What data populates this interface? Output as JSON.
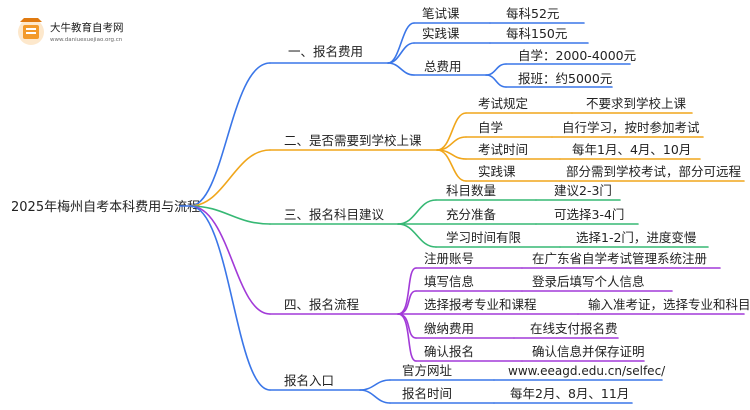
{
  "logo": {
    "title": "大牛教育自考网",
    "url": "www.daniuexuejiao.org.cn"
  },
  "colors": {
    "branch_1": "#3a76e8",
    "branch_2": "#f0a61b",
    "branch_3": "#36b874",
    "branch_4": "#a23ad8",
    "branch_5": "#3a76e8",
    "root_line": "#3a76e8",
    "logo_orange": "#f39a2a"
  },
  "root": "2025年梅州自考本科费用与流程",
  "branches": [
    {
      "label": "一、报名费用",
      "children": [
        {
          "label": "笔试课",
          "children": [
            {
              "label": "每科52元"
            }
          ]
        },
        {
          "label": "实践课",
          "children": [
            {
              "label": "每科150元"
            }
          ]
        },
        {
          "label": "总费用",
          "children": [
            {
              "label": "自学：2000-4000元"
            },
            {
              "label": "报班：约5000元"
            }
          ]
        }
      ]
    },
    {
      "label": "二、是否需要到学校上课",
      "children": [
        {
          "label": "考试规定",
          "children": [
            {
              "label": "不要求到学校上课"
            }
          ]
        },
        {
          "label": "自学",
          "children": [
            {
              "label": "自行学习，按时参加考试"
            }
          ]
        },
        {
          "label": "考试时间",
          "children": [
            {
              "label": "每年1月、4月、10月"
            }
          ]
        },
        {
          "label": "实践课",
          "children": [
            {
              "label": "部分需到学校考试，部分可远程"
            }
          ]
        }
      ]
    },
    {
      "label": "三、报名科目建议",
      "children": [
        {
          "label": "科目数量",
          "children": [
            {
              "label": "建议2-3门"
            }
          ]
        },
        {
          "label": "充分准备",
          "children": [
            {
              "label": "可选择3-4门"
            }
          ]
        },
        {
          "label": "学习时间有限",
          "children": [
            {
              "label": "选择1-2门，进度变慢"
            }
          ]
        }
      ]
    },
    {
      "label": "四、报名流程",
      "children": [
        {
          "label": "注册账号",
          "children": [
            {
              "label": "在广东省自学考试管理系统注册"
            }
          ]
        },
        {
          "label": "填写信息",
          "children": [
            {
              "label": "登录后填写个人信息"
            }
          ]
        },
        {
          "label": "选择报考专业和课程",
          "children": [
            {
              "label": "输入准考证，选择专业和科目"
            }
          ]
        },
        {
          "label": "缴纳费用",
          "children": [
            {
              "label": "在线支付报名费"
            }
          ]
        },
        {
          "label": "确认报名",
          "children": [
            {
              "label": "确认信息并保存证明"
            }
          ]
        }
      ]
    },
    {
      "label": "报名入口",
      "children": [
        {
          "label": "官方网址",
          "children": [
            {
              "label": "www.eeagd.edu.cn/selfec/"
            }
          ]
        },
        {
          "label": "报名时间",
          "children": [
            {
              "label": "每年2月、8月、11月"
            }
          ]
        }
      ]
    }
  ]
}
